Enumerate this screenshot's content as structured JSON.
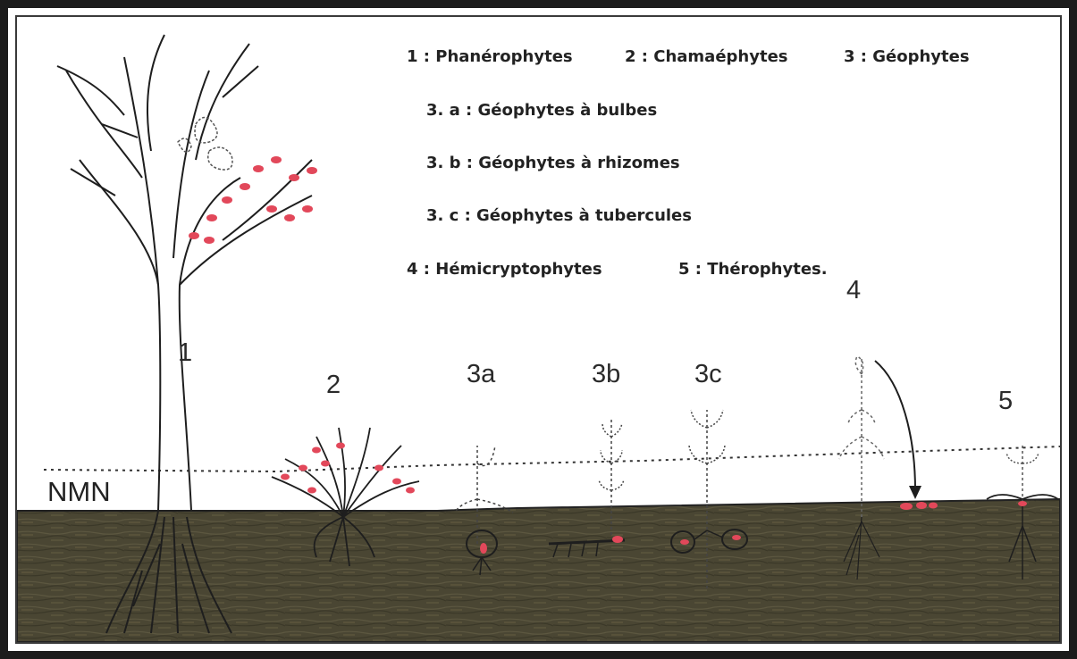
{
  "legend": {
    "l1": "1 : Phanérophytes",
    "l2": "2 : Chamaéphytes",
    "l3": "3 : Géophytes",
    "l3a": "3. a : Géophytes à bulbes",
    "l3b": "3. b : Géophytes à rhizomes",
    "l3c": "3. c : Géophytes à tubercules",
    "l4": "4 : Hémicryptophytes",
    "l5": "5 : Thérophytes."
  },
  "labels": {
    "p1": "1",
    "p2": "2",
    "p3a": "3a",
    "p3b": "3b",
    "p3c": "3c",
    "p4": "4",
    "p5": "5",
    "nmn": "NMN"
  },
  "colors": {
    "soil": "#4a4633",
    "soil_dark": "#3b3828",
    "soil_light": "#6b6546",
    "bud": "#e2485a",
    "line": "#1e1e1e"
  }
}
